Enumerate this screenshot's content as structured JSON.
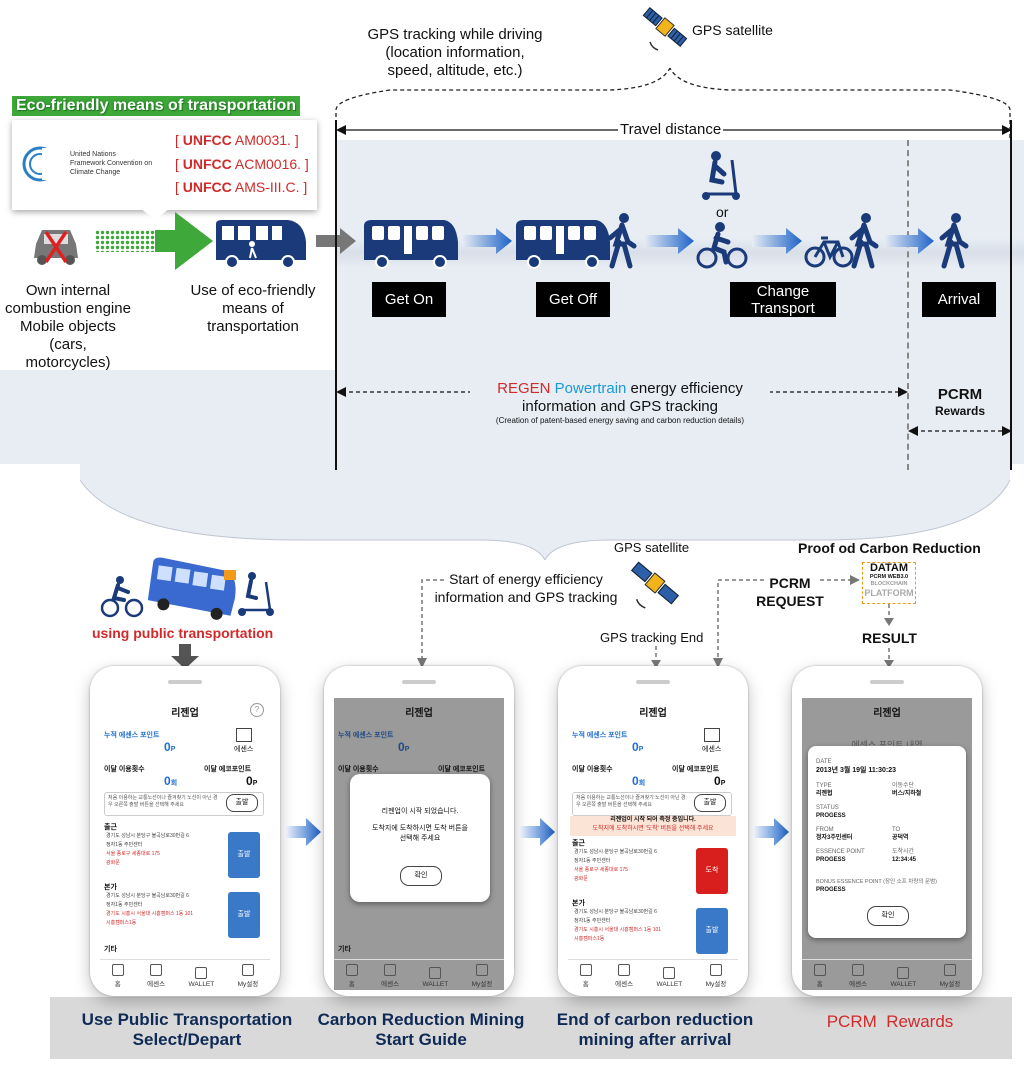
{
  "top": {
    "gps_tracking_text": "GPS tracking while driving\n(location information,\nspeed, altitude, etc.)",
    "gps_satellite": "GPS satellite",
    "eco_title": "Eco-friendly means of transportation",
    "un_logo_text": "United Nations\nFramework Convention on\nClimate Change",
    "unfcc_lines": [
      {
        "bold": "UNFCC",
        "rest": " AM0031.    ]"
      },
      {
        "bold": "UNFCC",
        "rest": " ACM0016. ]"
      },
      {
        "bold": "UNFCC",
        "rest": " AMS-III.C. ]"
      }
    ],
    "bracket_open": "[ ",
    "travel_distance": "Travel distance",
    "or_label": "or",
    "own_vehicle_label": "Own internal\ncombustion engine\nMobile objects (cars,\nmotorcycles)",
    "eco_means_label": "Use of eco-friendly\nmeans of\ntransportation",
    "buttons": [
      "Get On",
      "Get Off",
      "Change\nTransport",
      "Arrival"
    ],
    "regen_red": "REGEN",
    "regen_blue": "Powertrain",
    "regen_rest": " energy efficiency",
    "regen_line2": "information and GPS tracking",
    "regen_sub": "(Creation of patent-based energy saving and carbon reduction details)",
    "pcrm_title": "PCRM",
    "pcrm_sub": "Rewards"
  },
  "bottom": {
    "using_public": "using public transportation",
    "start_energy": "Start of energy efficiency\ninformation and GPS tracking",
    "gps_satellite": "GPS satellite",
    "gps_end": "GPS tracking End",
    "pcrm_request": "PCRM\nREQUEST",
    "proof": "Proof od Carbon Reduction",
    "datam_lines": [
      "DATAM",
      "PCRM WEB3.0",
      "BLOCKCHAIN",
      "PLATFORM"
    ],
    "result": "RESULT"
  },
  "app": {
    "title": "리젠업",
    "help": "?",
    "accum_points": "누적 에센스 포인트",
    "points_value": "0",
    "points_unit": "P",
    "essence": "에센스",
    "monthly_uses": "이달 이용횟수",
    "monthly_eco": "이달 에코포인트",
    "uses_value": "0",
    "uses_unit": "회",
    "eco_value": "0",
    "eco_unit": "P",
    "notice": "처음 이용하는 교통노선이나 즐겨찾기 노선이 아닌 경우 오른쪽 출발 버튼을 선택해 주세요",
    "depart_btn": "출발",
    "arrive_btn": "도착",
    "commute": "출근",
    "home": "본가",
    "etc": "기타",
    "route_lines": [
      "경기도 성남시 분당구 불곡남로30번길 6",
      "정자1동 주민센터",
      "서울 종로구 세종대로 175",
      "광화문"
    ],
    "home_lines": [
      "경기도 성남시 분당구 불곡남로30번길 6",
      "정자1동 주민센터",
      "경기도 시흥시 서울대 시흥캠퍼스 1동 101",
      "시흥캠퍼스1동"
    ],
    "tracking_notice": "리젠업이 시작 되어 측정 중입니다.",
    "tracking_notice2": "도착지에 도착하시면 '도착' 버튼을 선택해 주세요",
    "nav": [
      "홈",
      "에센스",
      "WALLET",
      "My설정"
    ],
    "modal_line1": "리젠업이 시작 되었습니다.",
    "modal_line2": "도착지에 도착하시면 도착 버튼을\n선택해 주세요",
    "confirm": "확인",
    "result_card": {
      "date_label": "DATE",
      "date_value": "2013년 3월 19일 11:30:23",
      "type_label": "TYPE",
      "type_value": "리젠헙",
      "means_label": "이동수단",
      "means_value": "버스/지하철",
      "status_label": "STATUS",
      "status_value": "PROGESS",
      "from_label": "FROM",
      "from_value": "정자3주민센터",
      "to_label": "TO",
      "to_value": "공덕역",
      "essence_label": "ESSENCE POINT",
      "essence_value": "PROGESS",
      "arrive_label": "도착시간",
      "arrive_value": "12:34:45",
      "bonus_label": "BONUS ESSENCE POINT (장인 소프 차량의 문범)",
      "bonus_value": "PROGESS",
      "header_faded": "에센스 포인트 내역"
    }
  },
  "captions": [
    "Use Public Transportation\nSelect/Depart",
    "Carbon Reduction Mining\nStart Guide",
    "End of carbon reduction\nmining after arrival",
    "PCRM  Rewards"
  ],
  "colors": {
    "bus_blue": "#1a3a7a",
    "arrow_blue": "#1e63c8",
    "green": "#3fa83a",
    "red": "#d12a2a",
    "cyan": "#1a9ad6",
    "caption_bg": "#d9d9d9",
    "band_bg": "#e6ebf3"
  }
}
